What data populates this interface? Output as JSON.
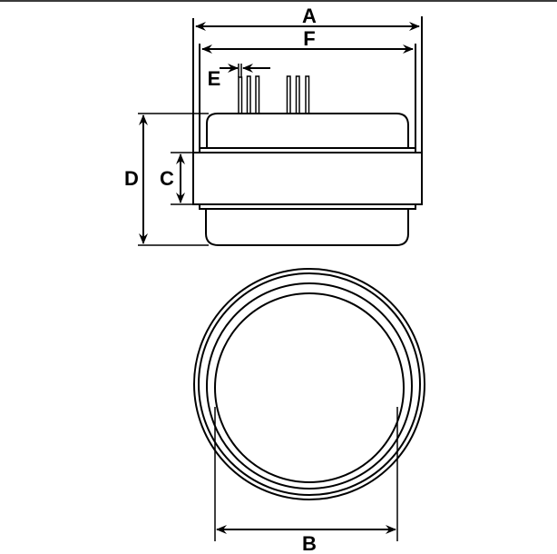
{
  "drawing": {
    "title": "Component dimension drawing",
    "views": [
      "side-view",
      "top-view"
    ],
    "line_color": "#000000",
    "background": "#ffffff"
  },
  "dimensions": {
    "A": {
      "label": "A",
      "description": "overall band outer width"
    },
    "F": {
      "label": "F",
      "description": "flange width"
    },
    "E": {
      "label": "E",
      "description": "pin thickness"
    },
    "D": {
      "label": "D",
      "description": "overall height"
    },
    "C": {
      "label": "C",
      "description": "band height"
    },
    "B": {
      "label": "B",
      "description": "inner diameter"
    }
  },
  "side_view": {
    "pins_left_group": 3,
    "pins_right_group": 3
  },
  "top_view": {
    "concentric_rings": 4
  }
}
